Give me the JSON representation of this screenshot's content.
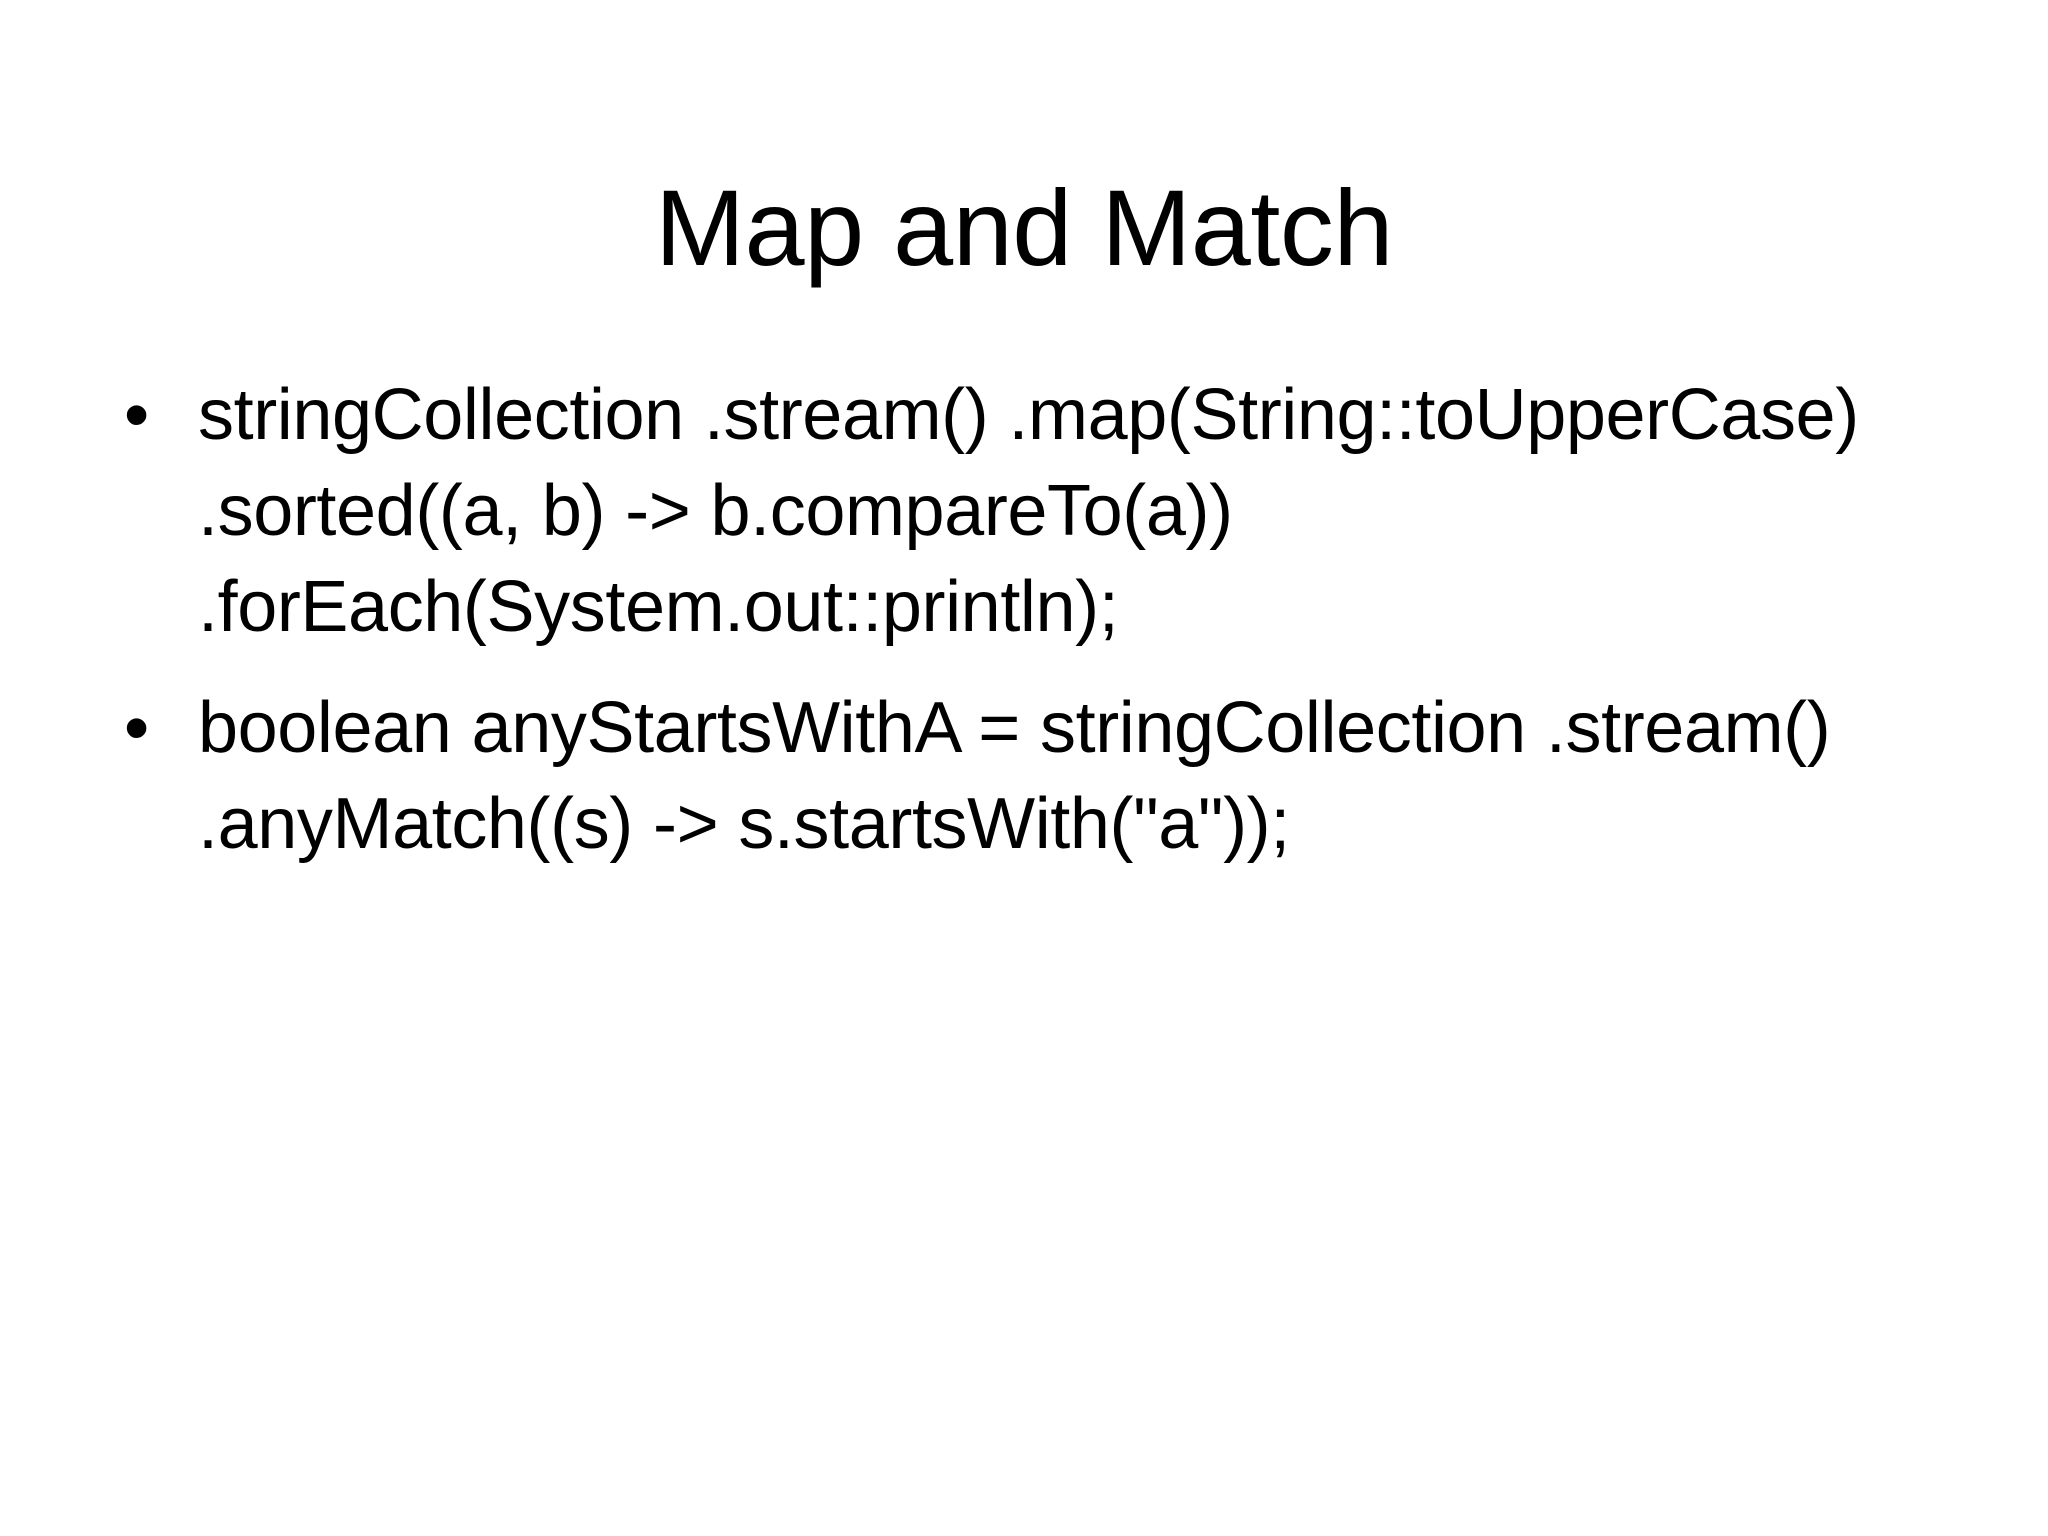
{
  "slide": {
    "title": "Map and Match",
    "background_color": "#FFFFFF",
    "text_color": "#000000",
    "bullet_glyph": "•",
    "bullets": [
      {
        "marker": "•",
        "text": "stringCollection .stream() .map(String::toUpperCase) .sorted((a, b) -> b.compareTo(a)) .forEach(System.out::println);"
      },
      {
        "marker": "•",
        "text": "boolean anyStartsWithA = stringCollection .stream() .anyMatch((s) -> s.startsWith(\"a\"));"
      }
    ]
  }
}
